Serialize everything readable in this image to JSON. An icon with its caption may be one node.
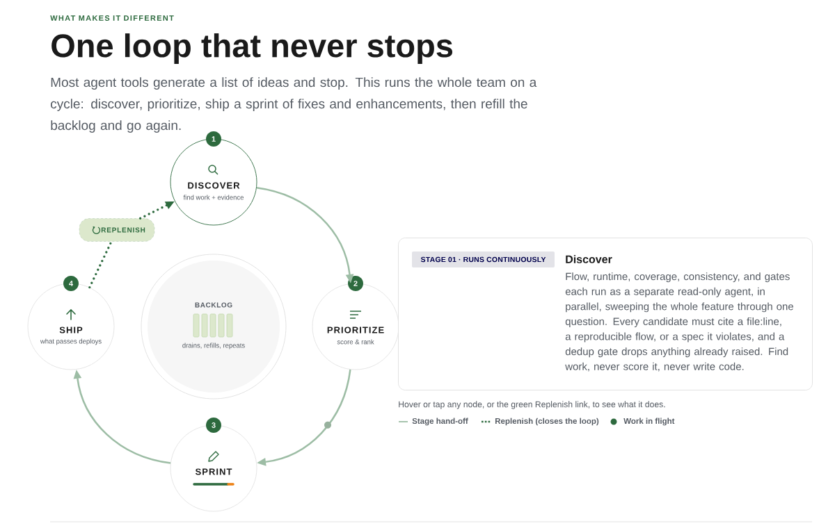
{
  "diagram": {
    "title": "One loop that never stops",
    "nodes": [
      {
        "text": [
          "1",
          "DISCOVER",
          "find work + evidence"
        ]
      },
      {
        "text": [
          "2",
          "PRIORITIZE",
          "score & rank"
        ]
      },
      {
        "text": [
          "3",
          "SPRINT"
        ]
      },
      {
        "text": [
          "4",
          "SHIP",
          "what passes deploys"
        ]
      },
      {
        "text": [
          "BACKLOG",
          "drains, refills, repeats"
        ]
      },
      {
        "text": [
          "REPLENISH"
        ]
      },
      {
        "text": [
          "Discover",
          "Flow, runtime, coverage, consistency, and gates each run as a separate read-only agent, in parallel, sweeping the whole feature through one question. Every candidate must cite a file:line, a reproducible flow, or a spec it violates, and a dedup gate drops anything already raised. Find work, never score it, never write code."
        ]
      },
      {
        "text": [
          "STAGE 01 · RUNS CONTINUOUSLY"
        ],
        "in": 6
      }
    ],
    "edges": [
      {
        "from": 0,
        "to": 1,
        "arrow": "to"
      },
      {
        "from": 1,
        "to": 2,
        "arrow": "to"
      },
      {
        "from": 2,
        "to": 3,
        "arrow": "to"
      },
      {
        "from": 3,
        "to": 5,
        "arrow": "none",
        "style": "dashed",
        "color": "#2d6a3e"
      },
      {
        "from": 5,
        "to": 0,
        "arrow": "to",
        "style": "dashed",
        "color": "#2d6a3e"
      }
    ],
    "labels": [
      "WHAT MAKES IT DIFFERENT",
      "Most agent tools generate a list of ideas and stop. This runs the whole team on a cycle: discover, prioritize, ship a sprint of fixes and enhancements, then refill the backlog and go again.",
      "Hover or tap any node, or the green Replenish link, to see what it does."
    ],
    "legend": [
      {
        "text": "Stage hand-off"
      },
      {
        "text": "Replenish (closes the loop)"
      },
      {
        "text": "Work in flight",
        "color": "#2d6a3e"
      }
    ]
  }
}
